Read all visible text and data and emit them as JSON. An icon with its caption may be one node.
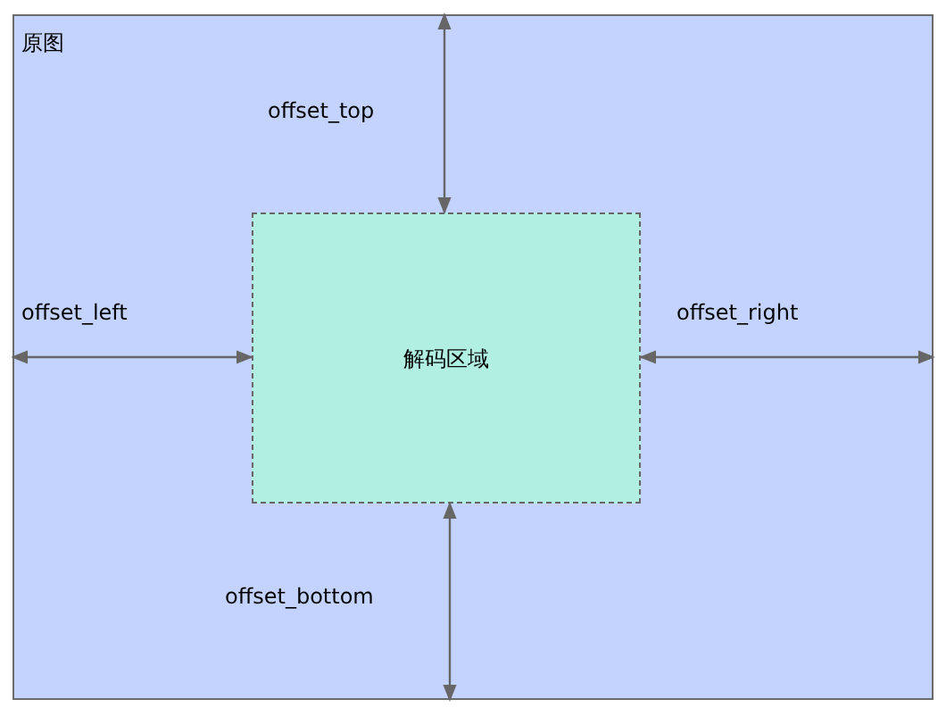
{
  "diagram": {
    "nodes": [
      {
        "text": [
          "原图"
        ]
      },
      {
        "text": [
          "解码区域"
        ],
        "in": 0
      }
    ],
    "edges": [
      {
        "from": 0,
        "to": 1,
        "arrow": "both",
        "label": "offset_top"
      },
      {
        "from": 0,
        "to": 1,
        "arrow": "both",
        "label": "offset_left"
      },
      {
        "from": 0,
        "to": 1,
        "arrow": "both",
        "label": "offset_right"
      },
      {
        "from": 1,
        "to": 0,
        "arrow": "both",
        "label": "offset_bottom"
      }
    ]
  }
}
